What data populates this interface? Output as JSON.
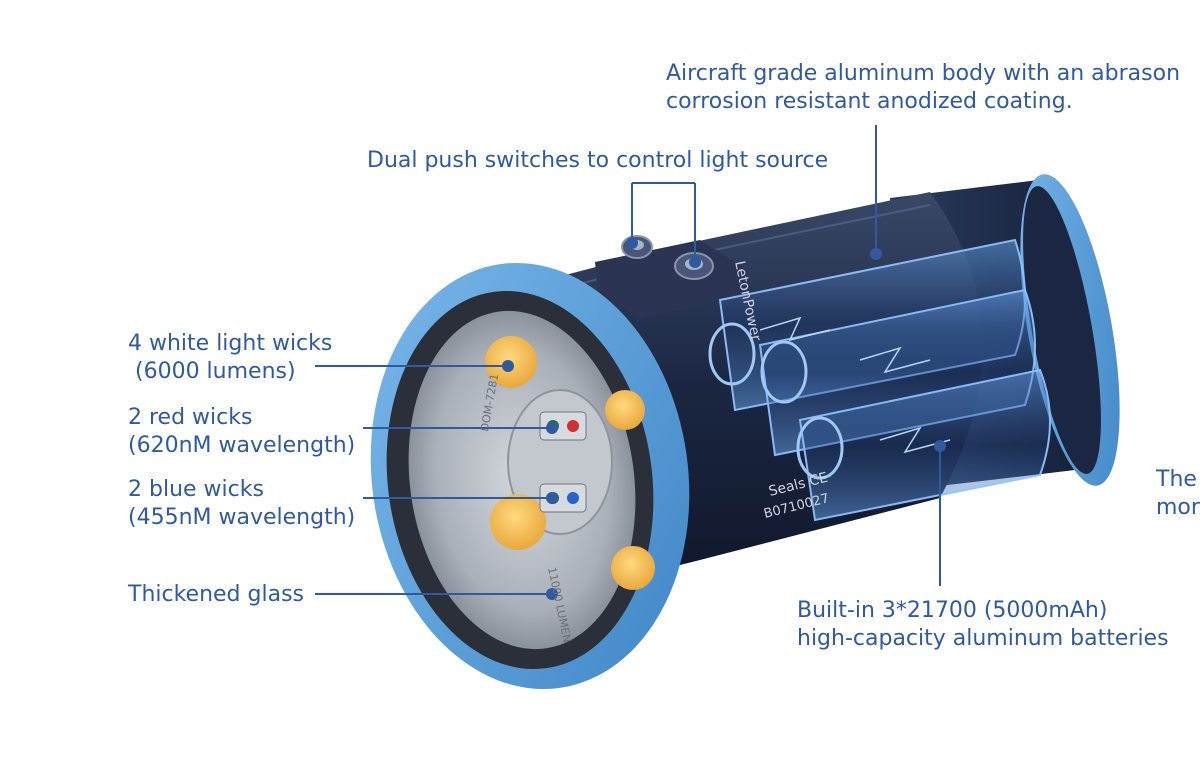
{
  "labels": {
    "aluminum_body_line1": "Aircraft grade aluminum body with an abrason",
    "aluminum_body_line2": "corrosion resistant anodized coating.",
    "switches": "Dual push switches to control light source",
    "white_wicks_line1": "4 white light wicks",
    "white_wicks_line2": " (6000 lumens)",
    "red_wicks_line1": "2 red wicks",
    "red_wicks_line2": "(620nM wavelength)",
    "blue_wicks_line1": "2 blue wicks",
    "blue_wicks_line2": "(455nM wavelength)",
    "glass": "Thickened glass",
    "batteries_line1": "Built-in 3*21700 (5000mAh)",
    "batteries_line2": "high-capacity aluminum batteries",
    "cut_right_line1": "The",
    "cut_right_line2": "mor"
  },
  "product_markings": {
    "brand": "LetonPower",
    "lumen_text": "11000 LUMEN",
    "model_text": "DOM-7281",
    "seal_text": "Seals CE",
    "serial_text": "B0710027"
  },
  "colors": {
    "label_text": "#2f5aa0",
    "leader_line": "#2f5aa0",
    "bezel_ring": "#5aa0d8",
    "body": "#1e2a44",
    "led_white": "#f2bd4e",
    "battery_glow": "#4f8fe0"
  }
}
